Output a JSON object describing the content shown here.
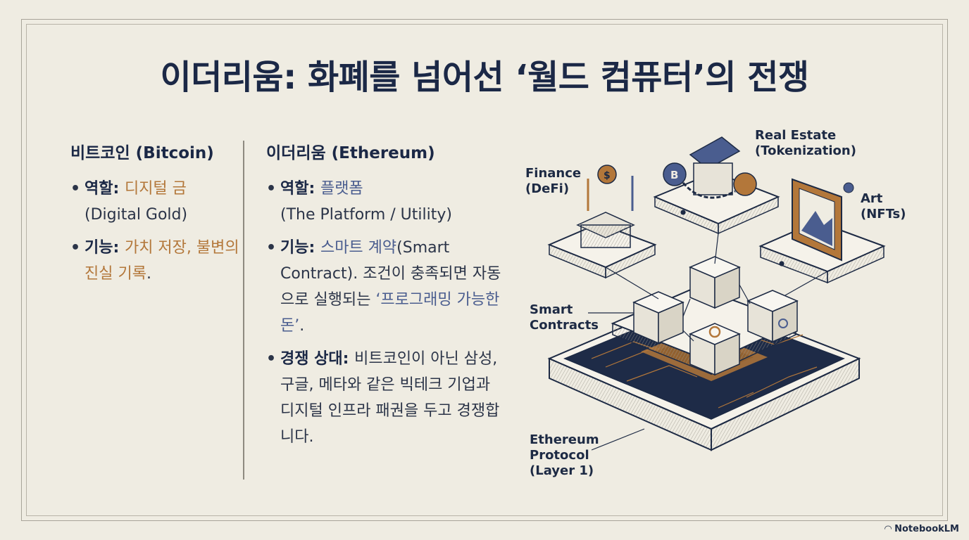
{
  "title": "이더리움: 화폐를 넘어선 ‘월드 컴퓨터’의 전쟁",
  "bitcoin": {
    "heading": "비트코인 (Bitcoin)",
    "role_label": "역할",
    "role_value": "디지털 금",
    "role_sub": "(Digital Gold)",
    "func_label": "기능",
    "func_value": "가치 저장, 불변의 진실 기록",
    "func_end": "."
  },
  "ethereum": {
    "heading": "이더리움 (Ethereum)",
    "role_label": "역할",
    "role_value": "플랫폼",
    "role_sub": "(The Platform / Utility)",
    "func_label": "기능",
    "func_value": "스마트 계약",
    "func_rest": "(Smart Contract). 조건이 충족되면 자동으로 실행되는",
    "func_quote": "‘프로그래밍 가능한 돈’",
    "func_end": ".",
    "comp_label": "경쟁 상대",
    "comp_value": "비트코인이 아닌 삼성, 구글, 메타와 같은 빅테크 기업과 디지털 인프라 패권을 두고 경쟁합니다."
  },
  "diagram": {
    "finance": "Finance\n(DeFi)",
    "real_estate": "Real Estate\n(Tokenization)",
    "art": "Art\n(NFTs)",
    "smart_contracts": "Smart\nContracts",
    "protocol": "Ethereum\nProtocol\n(Layer 1)"
  },
  "brand": "NotebookLM",
  "colors": {
    "navy": "#1b2846",
    "gold": "#b3773a",
    "blue": "#4a5d8f",
    "bg": "#efece2"
  }
}
